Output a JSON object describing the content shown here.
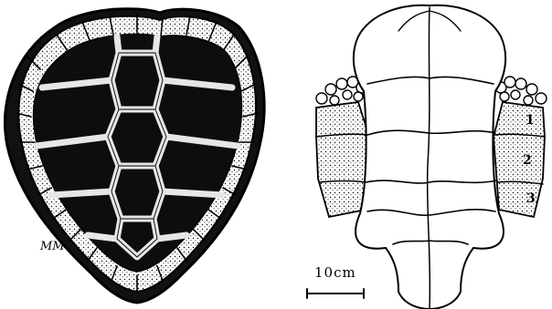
{
  "figure": {
    "carapace_initials": "MM",
    "scale_bar_label": "10cm",
    "inframarginal_labels": [
      "1",
      "2",
      "3"
    ],
    "colors": {
      "ink": "#000000",
      "paper": "#ffffff",
      "scute_fill": "#111111",
      "stipple": "#d9d9d9"
    }
  }
}
